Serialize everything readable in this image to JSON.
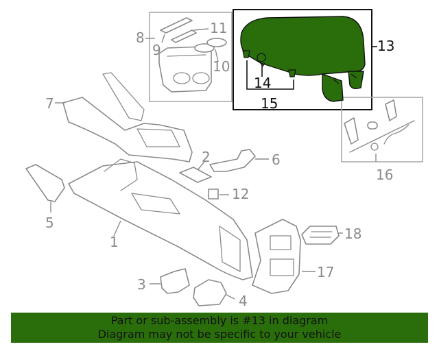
{
  "colors": {
    "highlight": "#2a6e0c",
    "banner": "#2a6e0c",
    "line": "#8a8a8a",
    "highlight_text": "#111111"
  },
  "callouts": {
    "p1": "1",
    "p2": "2",
    "p3": "3",
    "p4": "4",
    "p5": "5",
    "p6": "6",
    "p7": "7",
    "p8": "8",
    "p9": "9",
    "p10": "10",
    "p11": "11",
    "p12": "12",
    "p13": "13",
    "p14": "14",
    "p15": "15",
    "p16": "16",
    "p17": "17",
    "p18": "18"
  },
  "highlighted_part": "13",
  "banner": {
    "line1": "Part or sub-assembly is #13 in diagram",
    "line2": "Diagram may not be specific to your vehicle"
  }
}
